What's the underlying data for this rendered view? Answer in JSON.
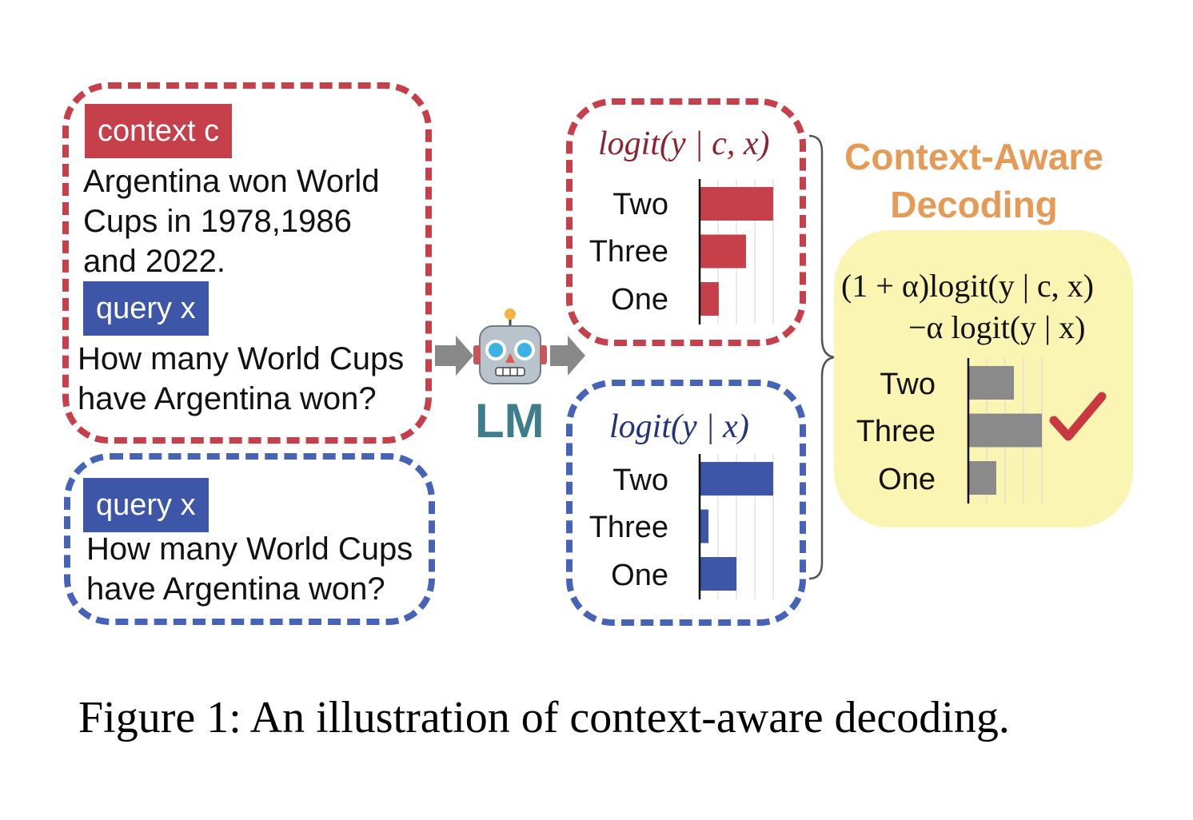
{
  "left_top": {
    "context_tag": "context c",
    "context_lines": [
      "Argentina won World",
      "Cups in 1978,1986",
      "and 2022."
    ],
    "query_tag": "query x",
    "query_lines": [
      "How many World Cups",
      "have Argentina won?"
    ]
  },
  "left_bottom": {
    "query_tag": "query x",
    "query_lines": [
      "How many World Cups",
      "have Argentina won?"
    ]
  },
  "model": {
    "label": "LM",
    "icon": "robot-icon"
  },
  "panel_context": {
    "title": "logit(y | c, x)",
    "chart": {
      "type": "bar",
      "categories": [
        "Two",
        "Three",
        "One"
      ],
      "values": [
        1.0,
        0.63,
        0.26
      ],
      "color": "#c6404c"
    }
  },
  "panel_query": {
    "title": "logit(y | x)",
    "chart": {
      "type": "bar",
      "categories": [
        "Two",
        "Three",
        "One"
      ],
      "values": [
        1.0,
        0.12,
        0.5
      ],
      "color": "#3d56a8"
    }
  },
  "cad": {
    "title_line1": "Context-Aware",
    "title_line2": "Decoding",
    "formula_line1": "(1 + α)logit(y | c, x)",
    "formula_line2": "−α logit(y | x)",
    "chart": {
      "type": "bar",
      "categories": [
        "Two",
        "Three",
        "One"
      ],
      "values": [
        0.62,
        1.0,
        0.38
      ],
      "color": "#8a8a8a"
    },
    "check_icon": "checkmark-icon",
    "title_color": "#e59a55",
    "bg_color": "#fbf5b3"
  },
  "caption": "Figure 1: An illustration of context-aware decoding."
}
